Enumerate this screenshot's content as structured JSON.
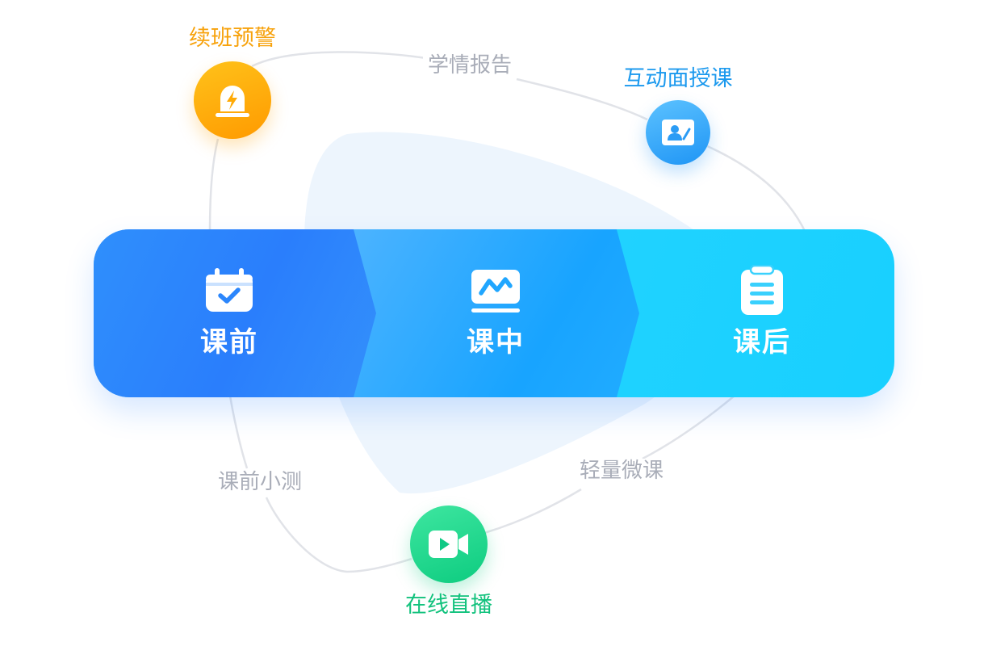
{
  "nodes": {
    "warning": {
      "label": "续班预警",
      "color": "#f7a20c",
      "icon": "alarm-light-icon"
    },
    "interactive": {
      "label": "互动面授课",
      "color": "#1b99ee",
      "icon": "teacher-board-icon"
    },
    "live": {
      "label": "在线直播",
      "color": "#12c27d",
      "icon": "video-camera-icon"
    }
  },
  "edge_labels": {
    "report": "学情报告",
    "pretest": "课前小测",
    "microcourse": "轻量微课"
  },
  "stages": [
    {
      "label": "课前",
      "icon": "calendar-check-icon"
    },
    {
      "label": "课中",
      "icon": "monitor-chart-icon"
    },
    {
      "label": "课后",
      "icon": "clipboard-list-icon"
    }
  ],
  "colors": {
    "edge_text": "#a9adb8",
    "edge_line": "#e1e3e8",
    "blob": "#edf5fd",
    "stage_blue": "#2a7efc",
    "stage_mid": "#18a4ff",
    "stage_cyan": "#18d0ff"
  }
}
